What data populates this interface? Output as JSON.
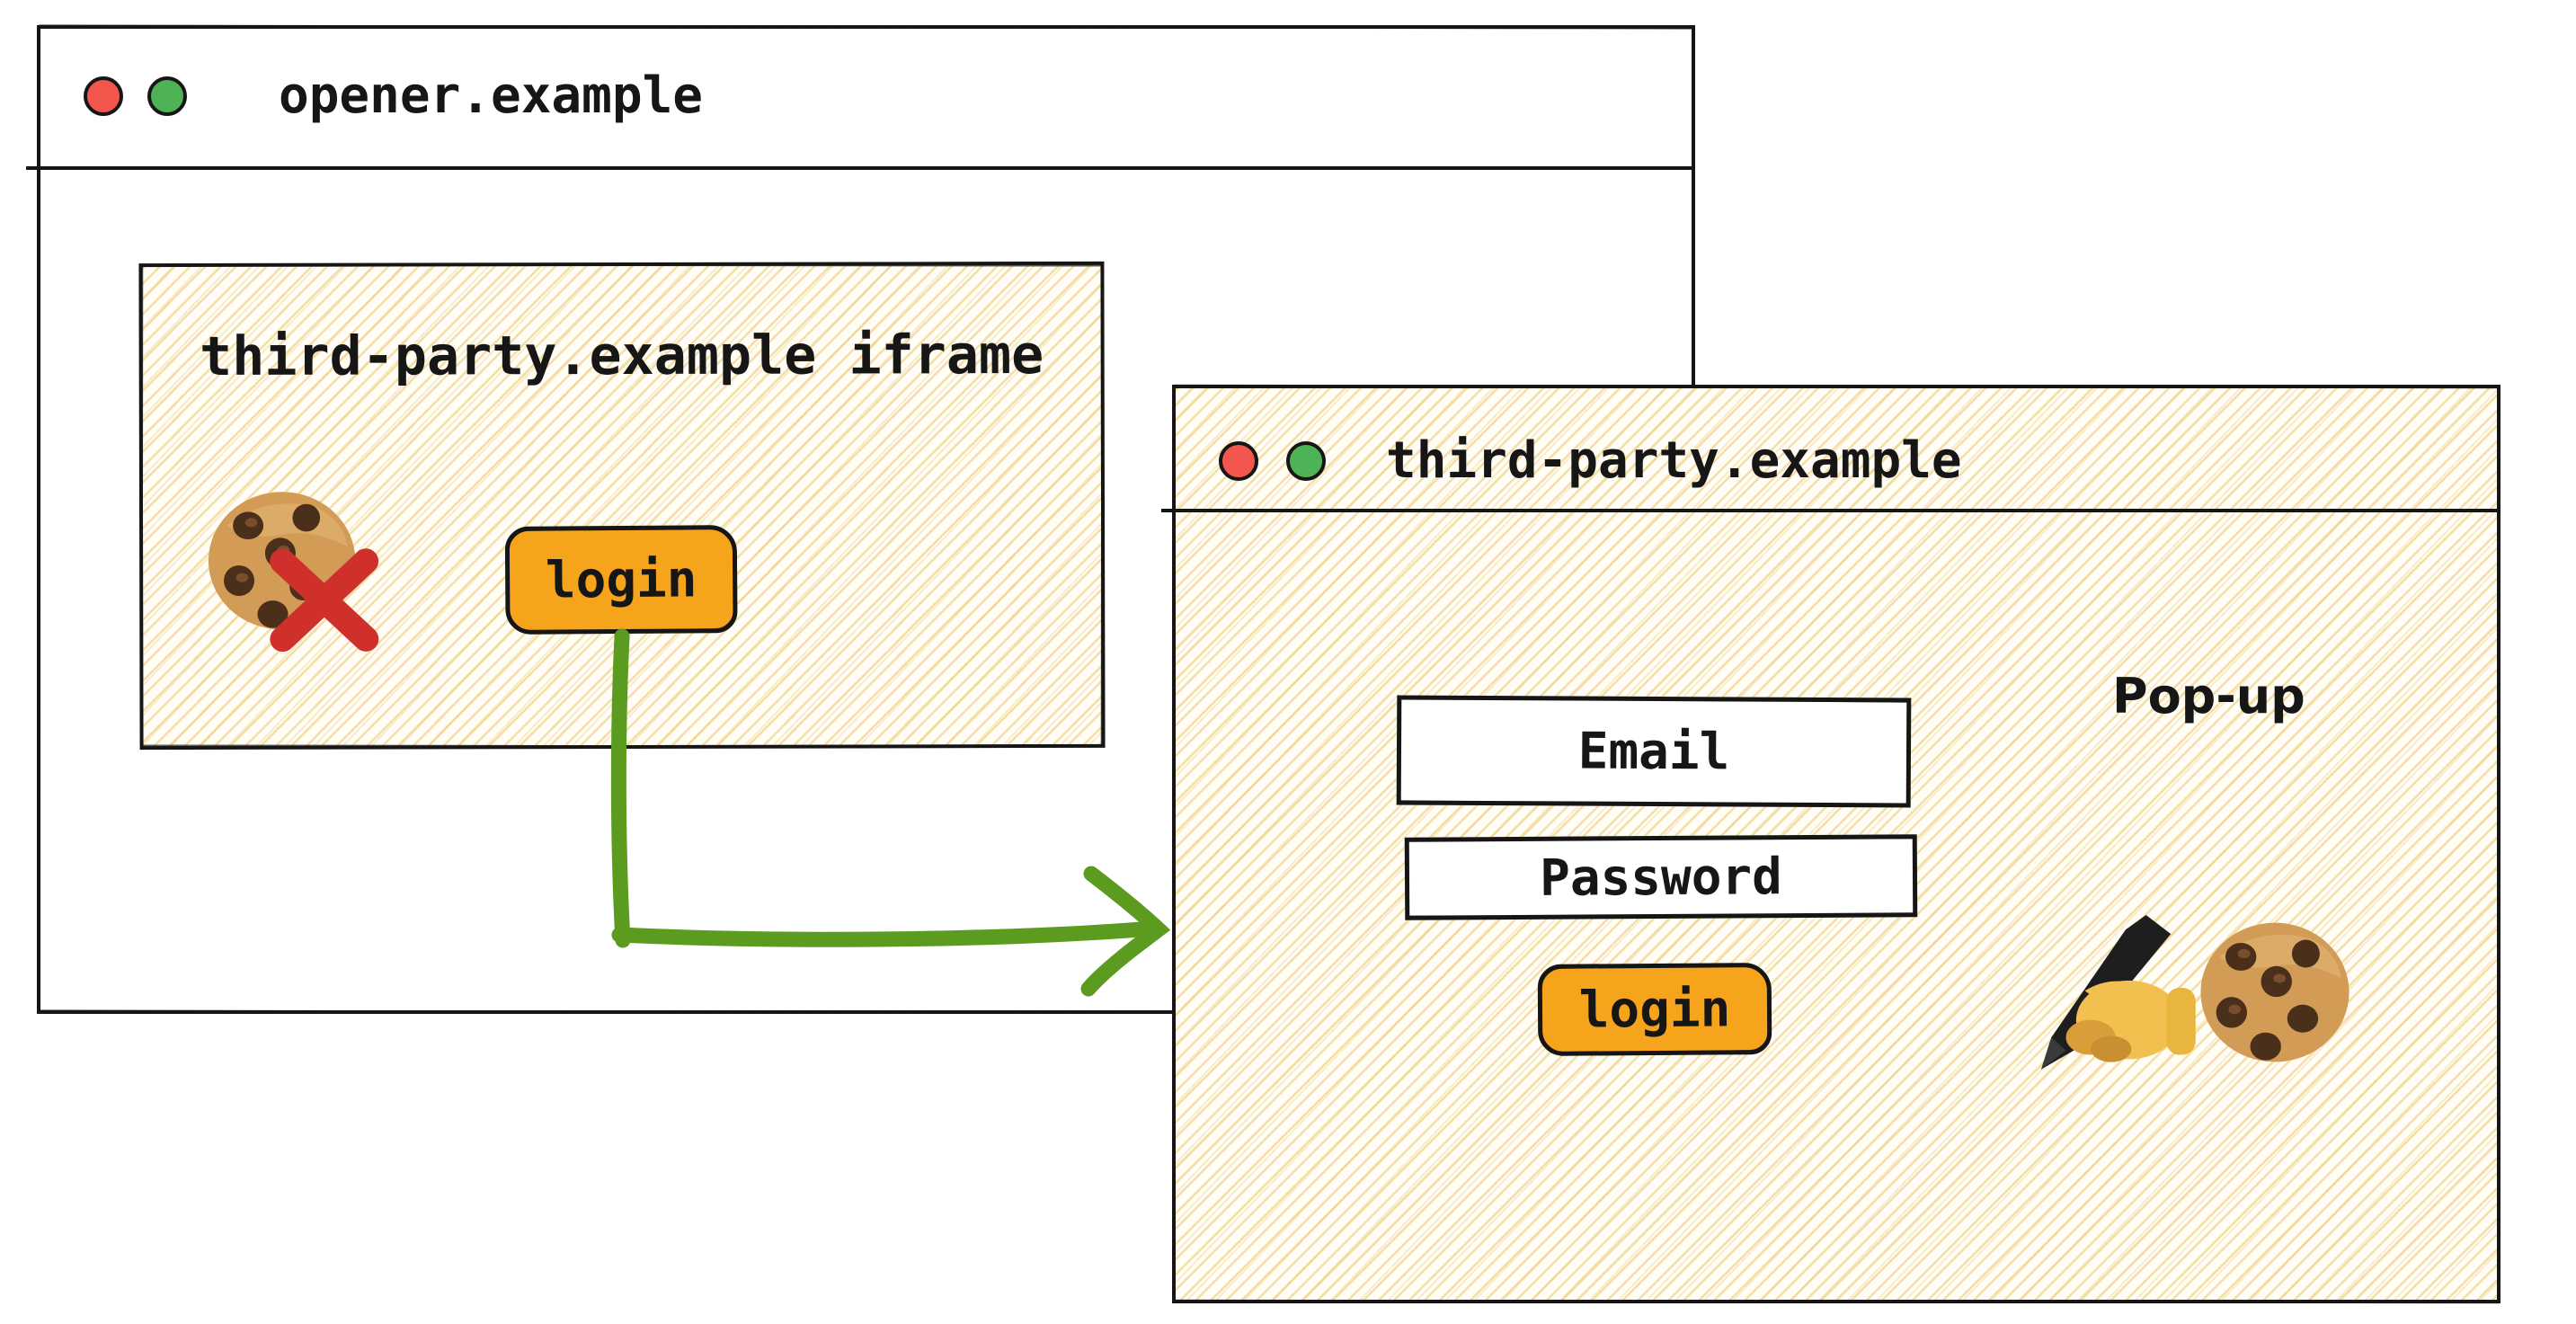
{
  "opener_window": {
    "title": "opener.example",
    "iframe": {
      "heading": "third-party.example iframe",
      "login_button_label": "login"
    }
  },
  "popup_window": {
    "title": "third-party.example",
    "popup_label": "Pop-up",
    "email_field_label": "Email",
    "password_field_label": "Password",
    "login_button_label": "login"
  },
  "icons": {
    "opener_traffic_lights": [
      "red",
      "green"
    ],
    "popup_traffic_lights": [
      "red",
      "green"
    ],
    "blocked_cookie": "cookie-with-red-x-icon",
    "writing_hand": "writing-hand-icon",
    "cookie": "cookie-icon"
  },
  "colors": {
    "button_orange": "#f7a41d",
    "arrow_green": "#5b9b20",
    "x_red": "#d0302b",
    "dot_red": "#f2564d",
    "dot_green": "#4db356",
    "hachure_yellow": "#ecc566",
    "border_black": "#161616"
  }
}
